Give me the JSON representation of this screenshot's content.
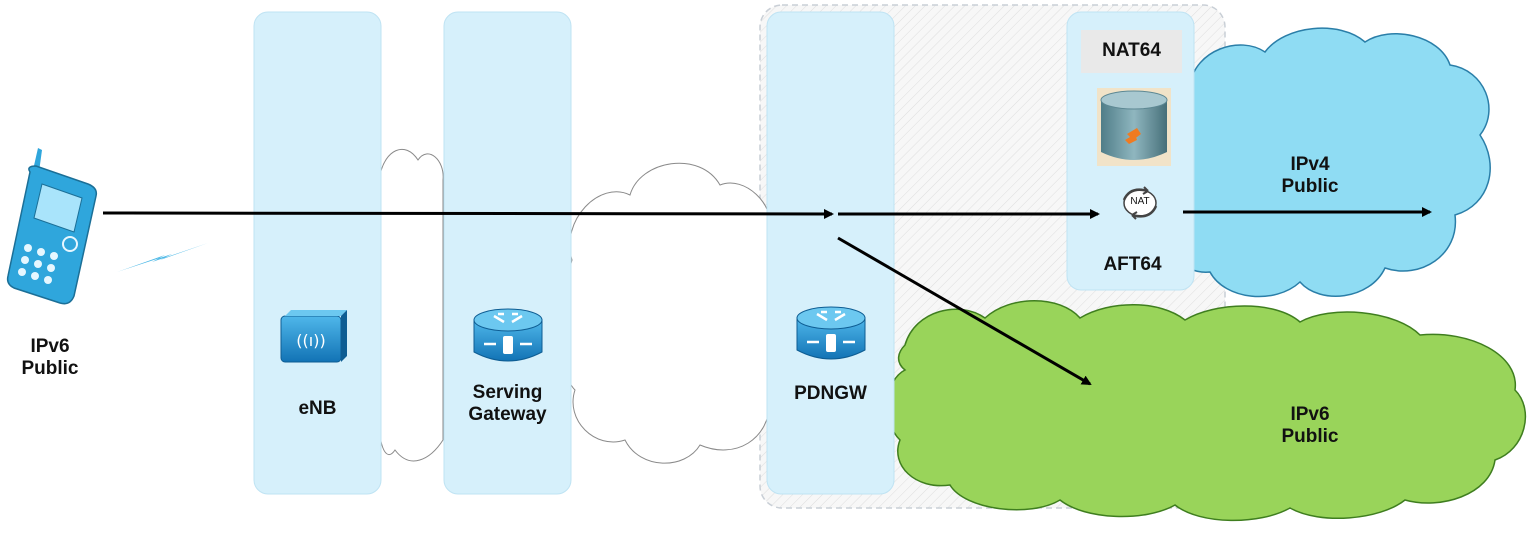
{
  "labels": {
    "phone": [
      "IPv6",
      "Public"
    ],
    "enb": "eNB",
    "sgw": [
      "Serving",
      "Gateway"
    ],
    "pdngw": "PDNGW",
    "nat64": "NAT64",
    "aft64": "AFT64",
    "ipv4_cloud": [
      "IPv4",
      "Public"
    ],
    "ipv6_cloud": [
      "IPv6",
      "Public"
    ]
  },
  "icons": {
    "nat_badge": "NAT"
  },
  "colors": {
    "column_fill": "#d6f0fb",
    "column_stroke": "#bfe3f3",
    "ipv4_cloud": "#8fdcf3",
    "ipv6_cloud": "#99d45a",
    "phone": "#2fa6dc",
    "router": "#1e8fd0",
    "arrow": "#000000"
  }
}
